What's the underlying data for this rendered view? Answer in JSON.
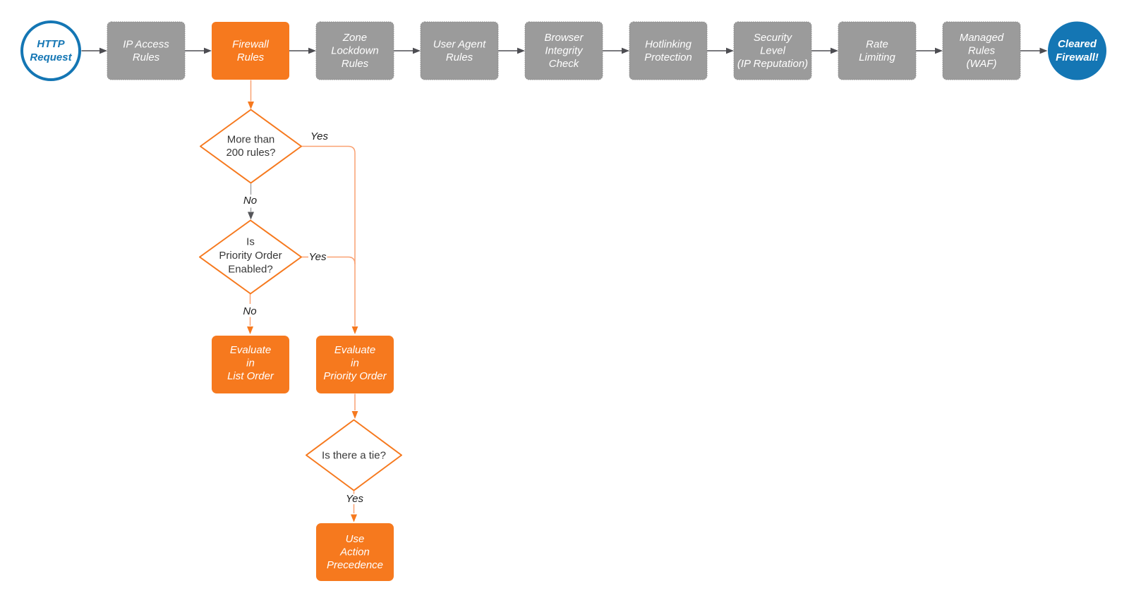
{
  "colors": {
    "brand_orange": "#f6791e",
    "node_gray": "#9b9b9b",
    "brand_blue": "#1476b4",
    "connector_dark_gray": "#4d4d52",
    "connector_light_orange": "#f9a172",
    "diamond_border_orange": "#f6791e",
    "diamond_text": "#383838",
    "edge_label_text": "#1d1d1d",
    "node_text": "#ffffff",
    "background": "#ffffff"
  },
  "pipeline": {
    "start": {
      "lines": [
        "HTTP",
        "Request"
      ]
    },
    "stages": [
      {
        "lines": [
          "IP Access",
          "Rules"
        ]
      },
      {
        "lines": [
          "Firewall",
          "Rules"
        ]
      },
      {
        "lines": [
          "Zone",
          "Lockdown",
          "Rules"
        ]
      },
      {
        "lines": [
          "User Agent",
          "Rules"
        ]
      },
      {
        "lines": [
          "Browser",
          "Integrity",
          "Check"
        ]
      },
      {
        "lines": [
          "Hotlinking",
          "Protection"
        ]
      },
      {
        "lines": [
          "Security",
          "Level",
          "(IP Reputation)"
        ]
      },
      {
        "lines": [
          "Rate",
          "Limiting"
        ]
      },
      {
        "lines": [
          "Managed",
          "Rules",
          "(WAF)"
        ]
      }
    ],
    "end": {
      "lines": [
        "Cleared",
        "Firewall!"
      ]
    }
  },
  "decisions": {
    "more_than_200_rules": {
      "lines": [
        "More than",
        "200 rules?"
      ]
    },
    "priority_order_enabled": {
      "lines": [
        "Is",
        "Priority Order",
        "Enabled?"
      ]
    },
    "is_there_a_tie": {
      "lines": [
        "Is there a tie?"
      ]
    }
  },
  "actions": {
    "evaluate_list_order": {
      "lines": [
        "Evaluate",
        "in",
        "List Order"
      ]
    },
    "evaluate_priority_order": {
      "lines": [
        "Evaluate",
        "in",
        "Priority Order"
      ]
    },
    "use_action_precedence": {
      "lines": [
        "Use",
        "Action",
        "Precedence"
      ]
    }
  },
  "edge_labels": {
    "d1_yes": "Yes",
    "d1_no": "No",
    "d2_yes": "Yes",
    "d2_no": "No",
    "d3_yes": "Yes"
  }
}
